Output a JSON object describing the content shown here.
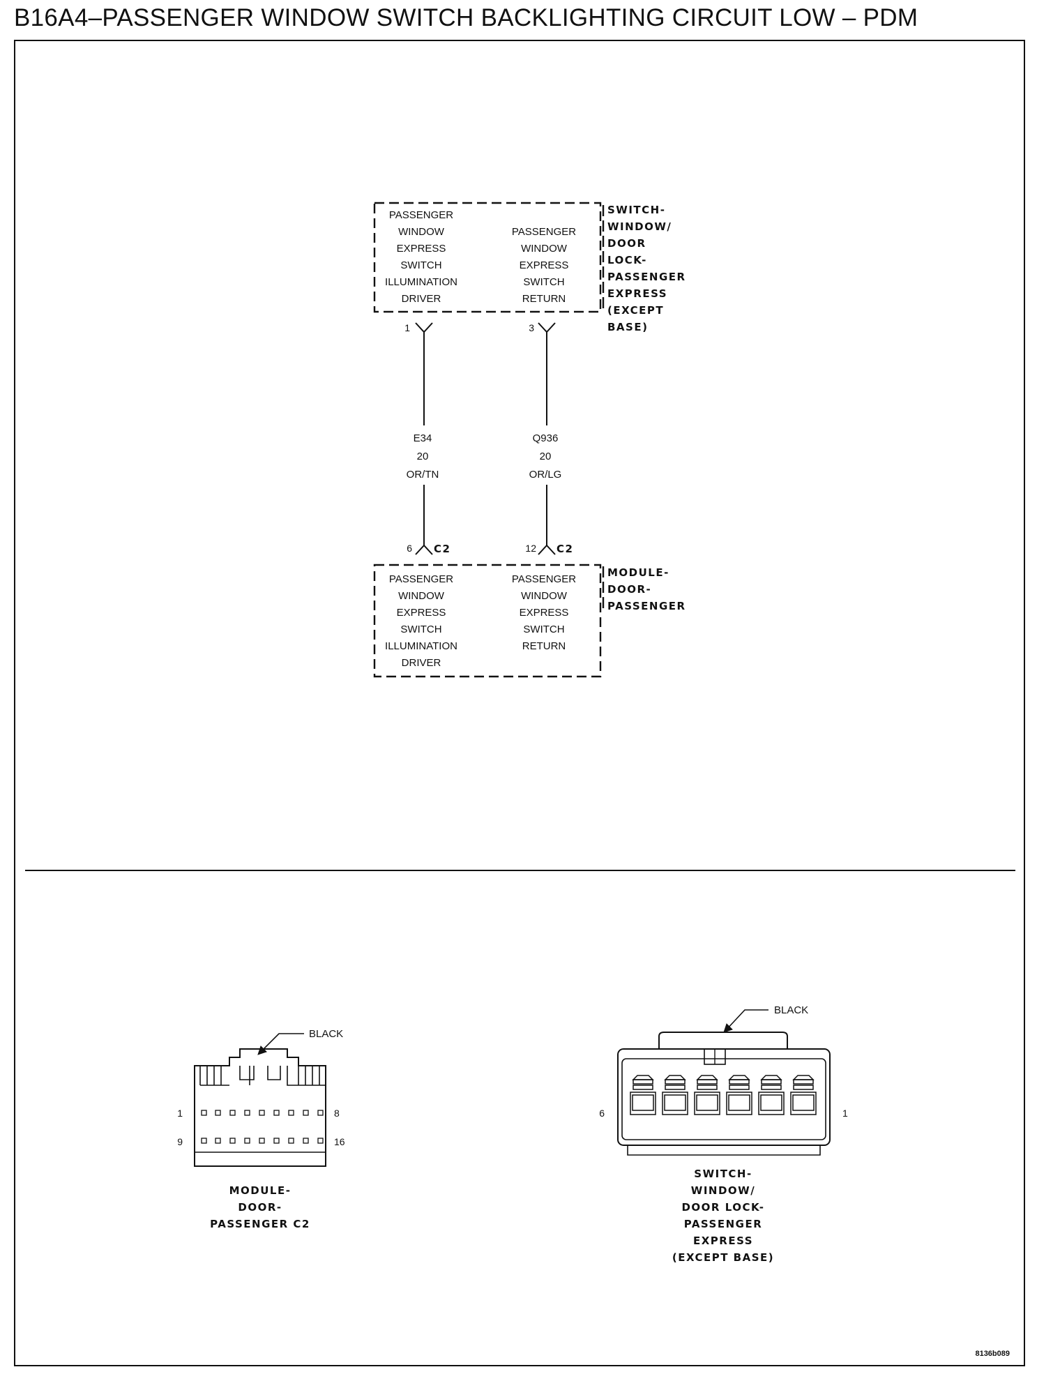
{
  "title": "B16A4–PASSENGER WINDOW SWITCH BACKLIGHTING CIRCUIT LOW – PDM",
  "switch_component": {
    "name_lines": [
      "SWITCH-",
      "WINDOW/",
      "DOOR",
      "LOCK-",
      "PASSENGER",
      "EXPRESS",
      "(EXCEPT",
      "BASE)"
    ],
    "left_function_lines": [
      "PASSENGER",
      "WINDOW",
      "EXPRESS",
      "SWITCH",
      "ILLUMINATION",
      "DRIVER"
    ],
    "right_function_lines": [
      "PASSENGER",
      "WINDOW",
      "EXPRESS",
      "SWITCH",
      "RETURN"
    ]
  },
  "module_component": {
    "name_lines": [
      "MODULE-",
      "DOOR-",
      "PASSENGER"
    ],
    "left_function_lines": [
      "PASSENGER",
      "WINDOW",
      "EXPRESS",
      "SWITCH",
      "ILLUMINATION",
      "DRIVER"
    ],
    "right_function_lines": [
      "PASSENGER",
      "WINDOW",
      "EXPRESS",
      "SWITCH",
      "RETURN"
    ]
  },
  "wires": [
    {
      "switch_pin": "1",
      "module_pin": "6",
      "module_connector": "C2",
      "circuit": "E34",
      "gauge": "20",
      "color": "OR/TN"
    },
    {
      "switch_pin": "3",
      "module_pin": "12",
      "module_connector": "C2",
      "circuit": "Q936",
      "gauge": "20",
      "color": "OR/LG"
    }
  ],
  "connector_views": {
    "module_c2": {
      "color_label": "BLACK",
      "pins_top_row": [
        "1",
        "8"
      ],
      "pins_bottom_row": [
        "9",
        "16"
      ],
      "caption_lines": [
        "MODULE-",
        "DOOR-",
        "PASSENGER C2"
      ]
    },
    "switch": {
      "color_label": "BLACK",
      "pin_left": "6",
      "pin_right": "1",
      "caption_lines": [
        "SWITCH-",
        "WINDOW/",
        "DOOR LOCK-",
        "PASSENGER",
        "EXPRESS",
        "(EXCEPT BASE)"
      ]
    }
  },
  "figure_code": "8136b089"
}
